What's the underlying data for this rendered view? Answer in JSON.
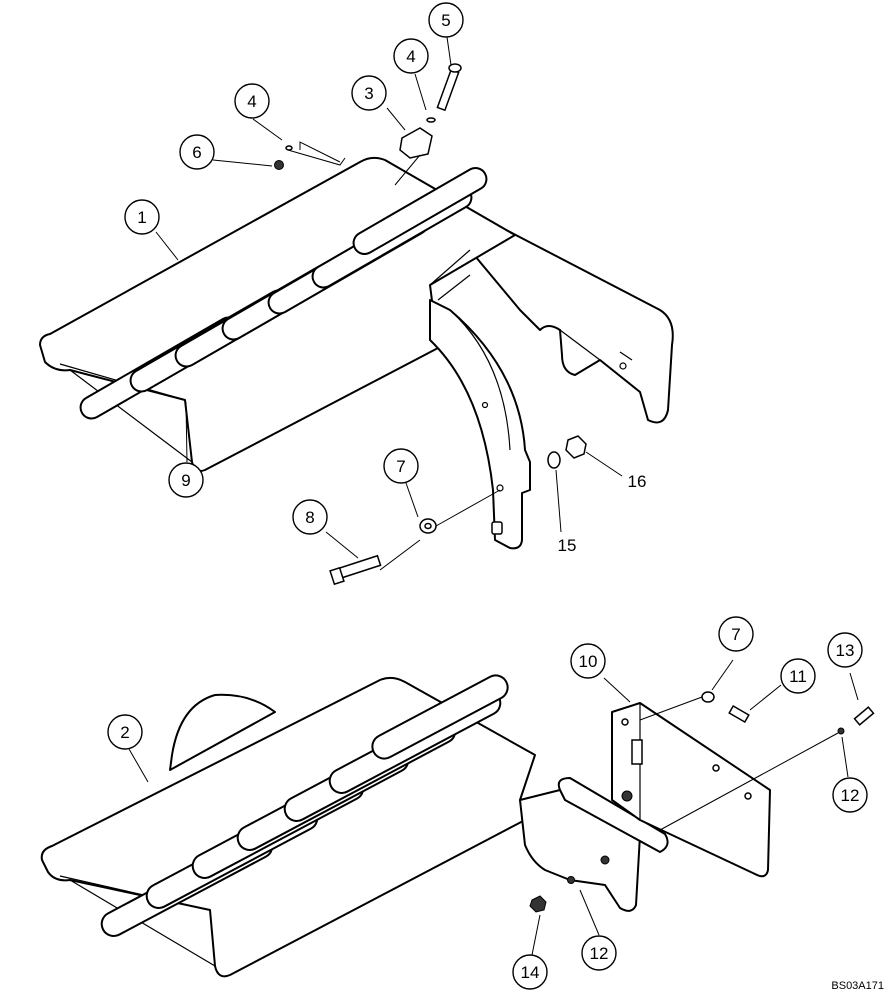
{
  "callouts": {
    "c1": "1",
    "c2": "2",
    "c3": "3",
    "c4a": "4",
    "c4b": "4",
    "c5": "5",
    "c6": "6",
    "c7a": "7",
    "c7b": "7",
    "c8": "8",
    "c9": "9",
    "c10": "10",
    "c11": "11",
    "c12a": "12",
    "c12b": "12",
    "c13": "13",
    "c14": "14"
  },
  "labels": {
    "l15": "15",
    "l16": "16"
  },
  "reference_code": "BS03A171"
}
